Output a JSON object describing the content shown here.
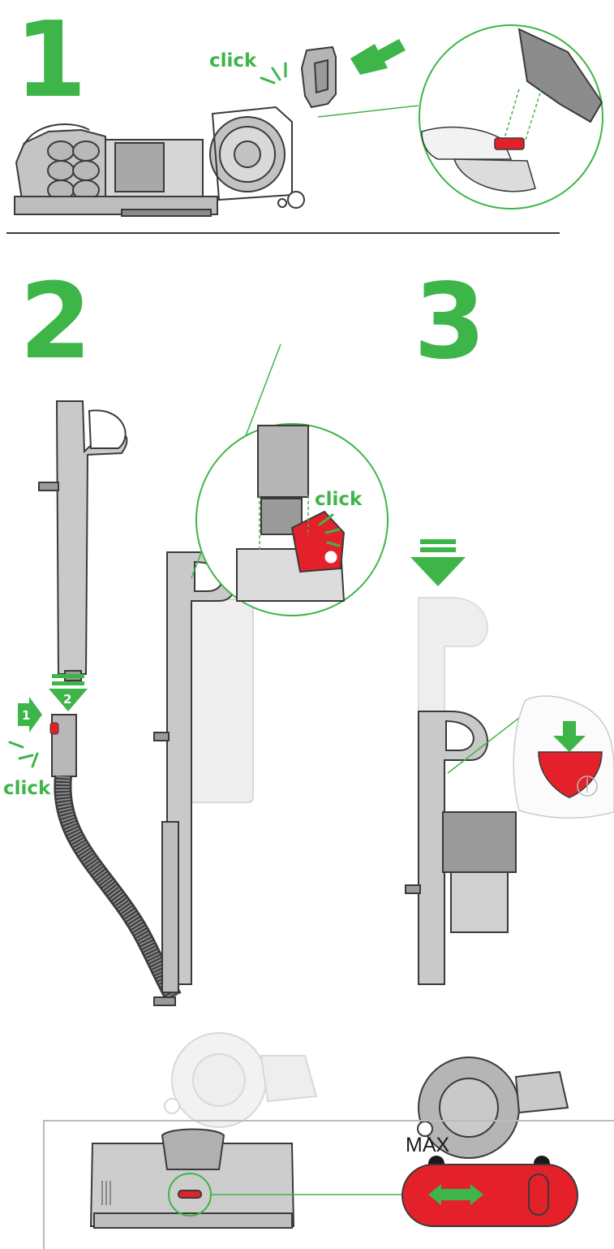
{
  "steps": [
    {
      "number": "1"
    },
    {
      "number": "2"
    },
    {
      "number": "3"
    }
  ],
  "callouts": {
    "click_step1": "click",
    "click_step2_zoom": "click",
    "click_step2_hose": "click"
  },
  "badges": {
    "order_1": "1",
    "order_2": "2"
  },
  "power_switch": {
    "max_label": "MAX"
  },
  "colors": {
    "accent_green": "#3db549",
    "alert_red": "#e4202a",
    "machine_grey": "#b5b5b5",
    "outline": "#3a3a3a",
    "ghost_grey": "#e4e4e4"
  }
}
